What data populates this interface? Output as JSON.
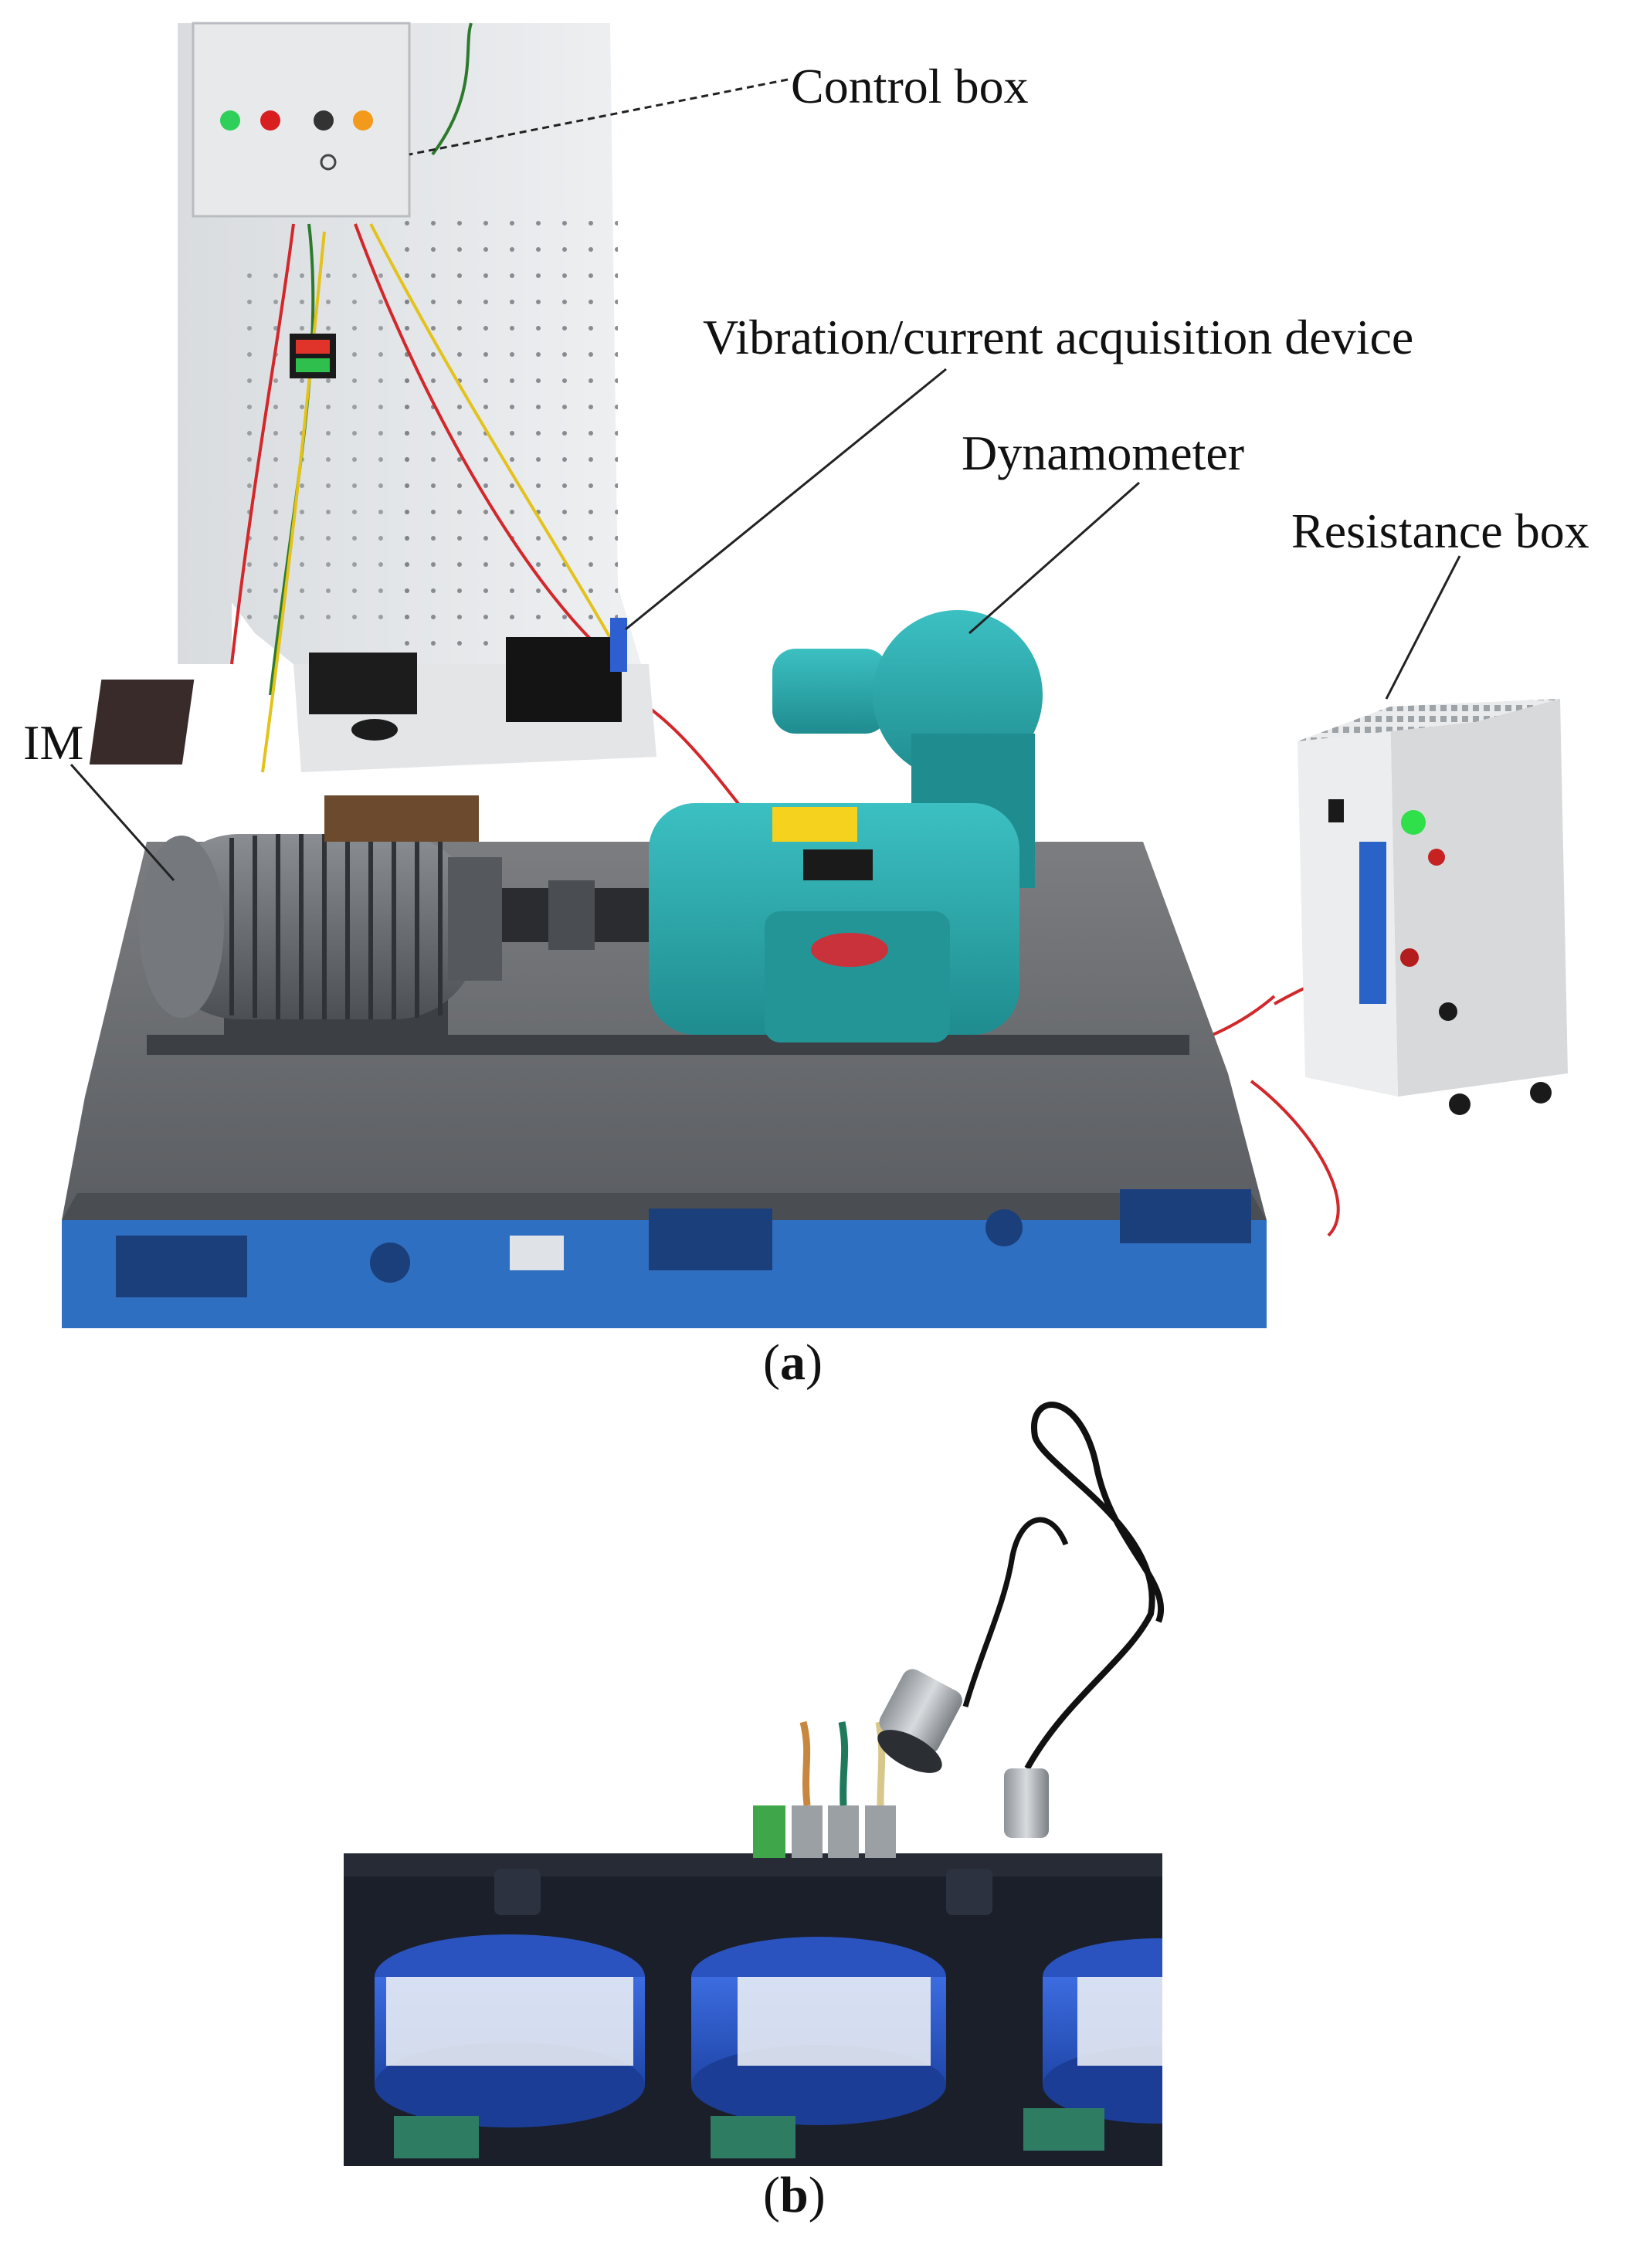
{
  "panel_a": {
    "labels": {
      "control_box": "Control box",
      "acquisition": "Vibration/current acquisition device",
      "dynamometer": "Dynamometer",
      "resistance_box": "Resistance box",
      "im": "IM"
    },
    "caption_letter": "a"
  },
  "panel_b": {
    "caption_letter": "b"
  },
  "colors": {
    "motor_teal": "#2aa6a8",
    "base_blue": "#2f6fc1",
    "im_grey": "#6b6f73",
    "sensor_blue": "#2d59c8",
    "background_dark": "#1b1f2a"
  }
}
